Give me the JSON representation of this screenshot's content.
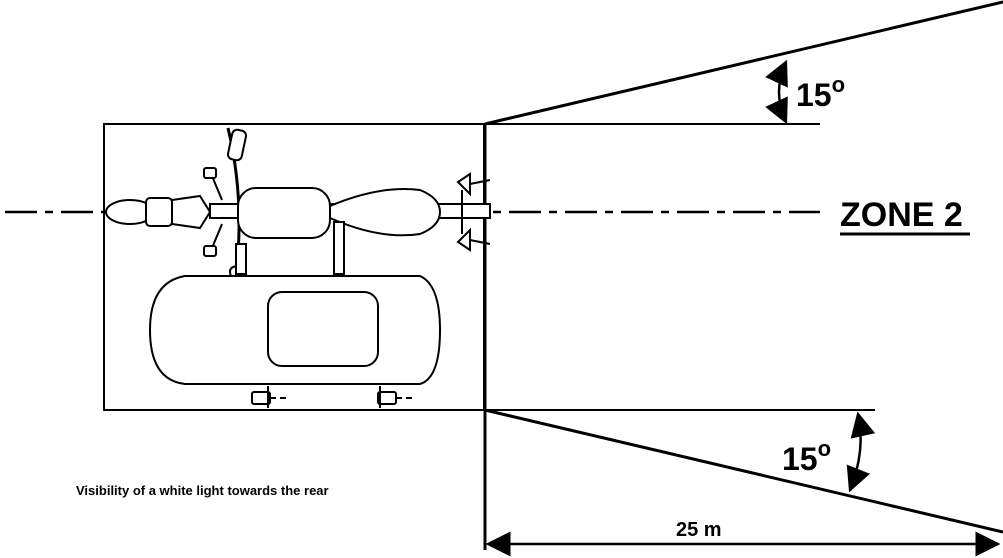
{
  "labels": {
    "zone": "ZONE 2",
    "angle_top": "15",
    "angle_bottom": "15",
    "degree_symbol": "o",
    "distance": "25 m",
    "caption": "Visibility of a white light towards the rear"
  },
  "colors": {
    "line": "#000000",
    "background": "#ffffff"
  }
}
